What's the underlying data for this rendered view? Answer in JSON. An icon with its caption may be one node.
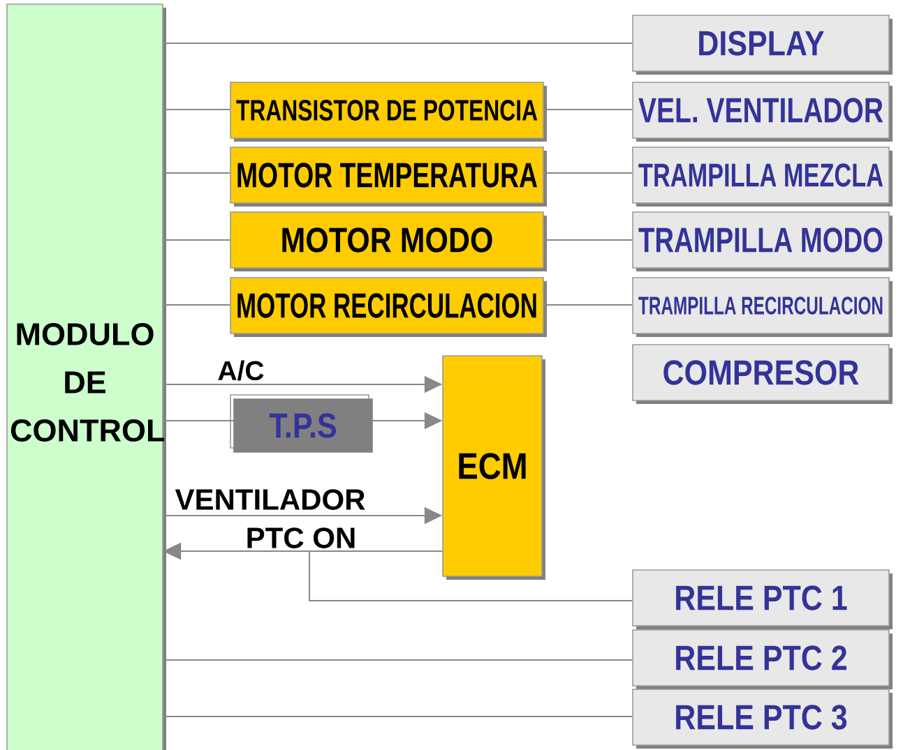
{
  "diagram": {
    "nodes": [
      {
        "text": [
          "MODULO DE CONTROL"
        ]
      },
      {
        "text": [
          "DISPLAY"
        ]
      },
      {
        "text": [
          "TRANSISTOR DE POTENCIA"
        ]
      },
      {
        "text": [
          "VEL. VENTILADOR"
        ]
      },
      {
        "text": [
          "MOTOR TEMPERATURA"
        ]
      },
      {
        "text": [
          "TRAMPILLA MEZCLA"
        ]
      },
      {
        "text": [
          "MOTOR MODO"
        ]
      },
      {
        "text": [
          "TRAMPILLA MODO"
        ]
      },
      {
        "text": [
          "MOTOR RECIRCULACION"
        ]
      },
      {
        "text": [
          "TRAMPILLA RECIRCULACION"
        ]
      },
      {
        "text": [
          "COMPRESOR"
        ]
      },
      {
        "text": [
          "T.P.S"
        ]
      },
      {
        "text": [
          "ECM"
        ]
      },
      {
        "text": [
          "RELE PTC 1"
        ]
      },
      {
        "text": [
          "RELE PTC 2"
        ]
      },
      {
        "text": [
          "RELE PTC 3"
        ]
      }
    ],
    "edges": [
      {
        "from": 0,
        "to": 1,
        "arrow": "none"
      },
      {
        "from": 0,
        "to": 2,
        "arrow": "none"
      },
      {
        "from": 2,
        "to": 3,
        "arrow": "none"
      },
      {
        "from": 0,
        "to": 4,
        "arrow": "none"
      },
      {
        "from": 4,
        "to": 5,
        "arrow": "none"
      },
      {
        "from": 0,
        "to": 6,
        "arrow": "none"
      },
      {
        "from": 6,
        "to": 7,
        "arrow": "none"
      },
      {
        "from": 0,
        "to": 8,
        "arrow": "none"
      },
      {
        "from": 8,
        "to": 9,
        "arrow": "none"
      },
      {
        "from": 0,
        "to": 12,
        "arrow": "to",
        "label": "A/C"
      },
      {
        "from": 0,
        "to": 11,
        "arrow": "none"
      },
      {
        "from": 11,
        "to": 12,
        "arrow": "to"
      },
      {
        "from": 0,
        "to": 12,
        "arrow": "to",
        "label": "VENTILADOR"
      },
      {
        "from": 12,
        "to": 0,
        "arrow": "to",
        "label": "PTC ON"
      },
      {
        "from": 13,
        "to": 0,
        "arrow": "to"
      },
      {
        "from": 0,
        "to": 14,
        "arrow": "none"
      },
      {
        "from": 0,
        "to": 15,
        "arrow": "none"
      }
    ]
  }
}
